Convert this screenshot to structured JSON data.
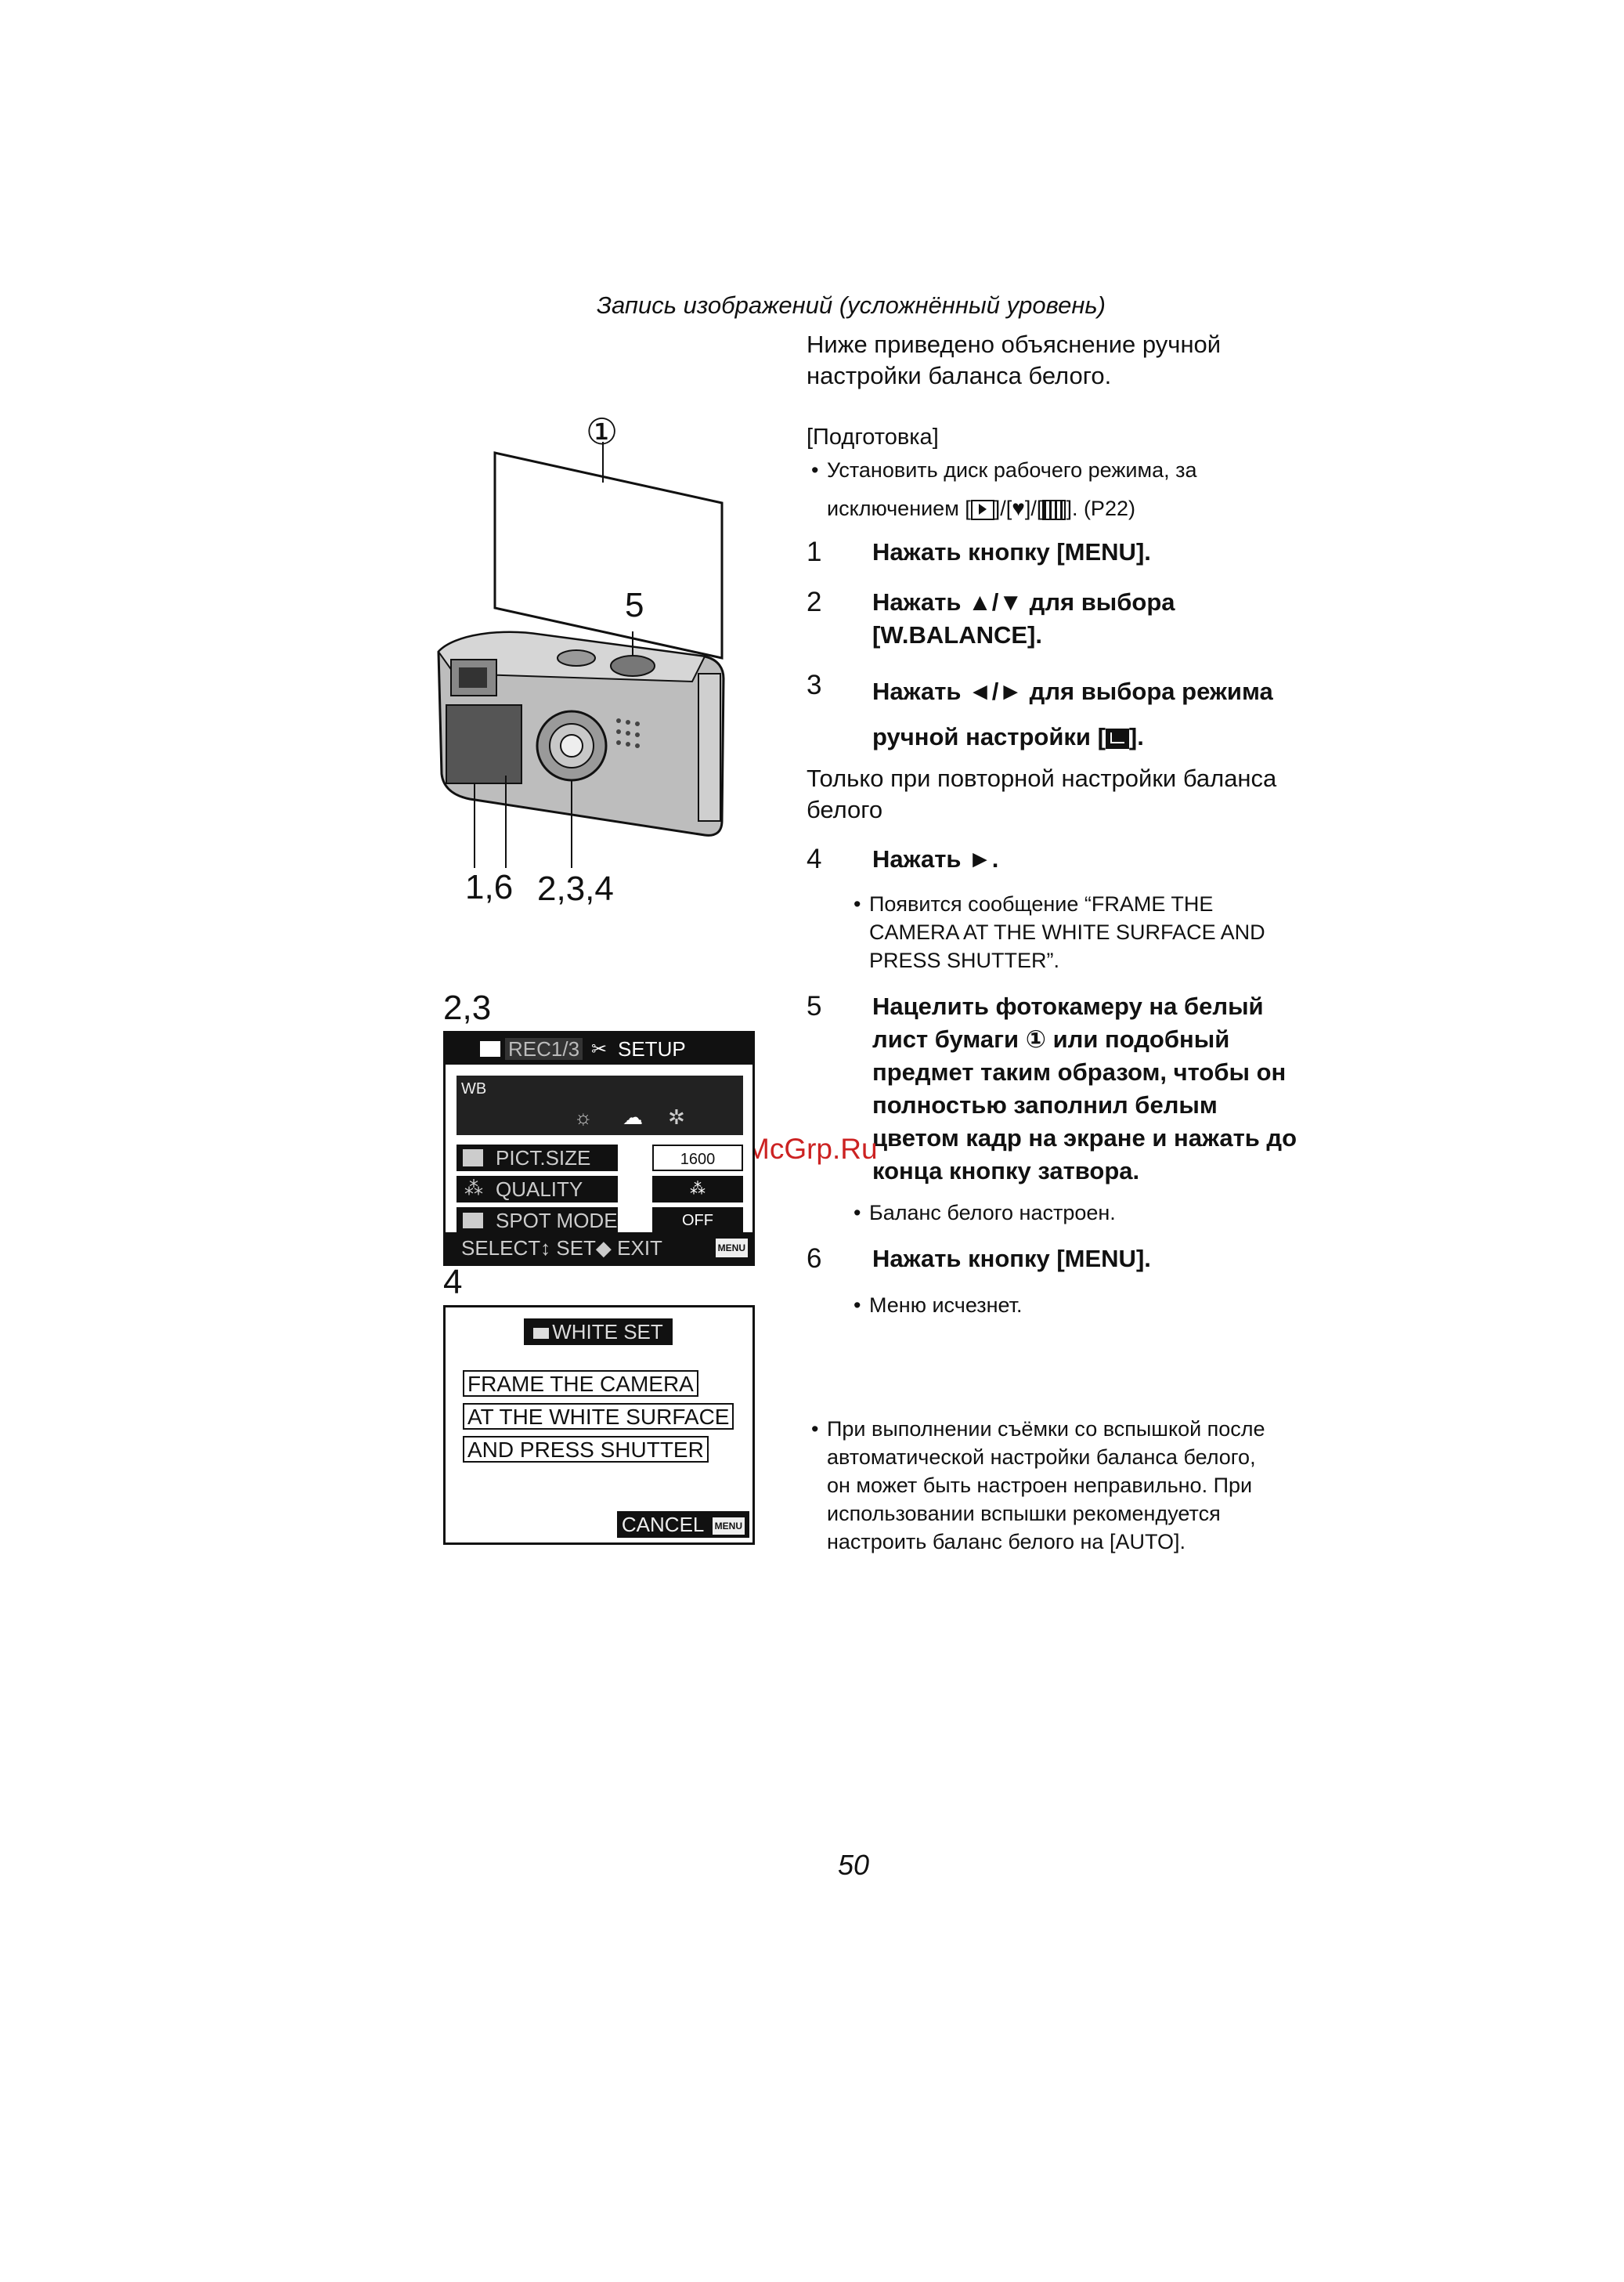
{
  "header": {
    "section_title": "Запись изображений (усложнённый уровень)"
  },
  "intro": {
    "line1": "Ниже приведено объяснение ручной",
    "line2": "настройки баланса белого."
  },
  "preparation": {
    "heading": "[Подготовка]",
    "bullet_line1": "Установить диск рабочего режима, за",
    "bullet_line2": "исключением [",
    "bullet_line2_end": "]. (P22)"
  },
  "steps": [
    {
      "num": "1",
      "text": "Нажать кнопку [MENU]."
    },
    {
      "num": "2",
      "line1": "Нажать ▲/▼ для выбора",
      "line2": "[W.BALANCE]."
    },
    {
      "num": "3",
      "line1": "Нажать ◄/► для выбора режима",
      "line2": "ручной настройки [",
      "line2_end": "]."
    },
    {
      "num": "4",
      "text": "Нажать ►."
    },
    {
      "num": "5",
      "line1": "Нацелить фотокамеру на белый",
      "line2": "лист бумаги ① или подобный",
      "line3": "предмет таким образом, чтобы он",
      "line4": "полностью заполнил белым",
      "line5": "цветом кадр на экране и нажать до",
      "line6": "конца кнопку затвора."
    },
    {
      "num": "6",
      "text": "Нажать кнопку [MENU]."
    }
  ],
  "repeat_note": {
    "line1": "Только при повторной настройки баланса",
    "line2": "белого"
  },
  "step4_bullet": {
    "line1": "Появится сообщение “FRAME THE",
    "line2": "CAMERA AT THE WHITE SURFACE AND",
    "line3": "PRESS SHUTTER”."
  },
  "step5_bullet": "Баланс белого настроен.",
  "step6_bullet": "Меню исчезнет.",
  "flash_note": {
    "line1": "При выполнении съёмки со вспышкой после",
    "line2": "автоматической настройки баланса белого,",
    "line3": "он может быть настроен неправильно. При",
    "line4": "использовании вспышки рекомендуется",
    "line5": "настроить баланс белого на [AUTO]."
  },
  "figure": {
    "callout_circle": "①",
    "callout_5": "5",
    "callout_16": "1,6",
    "callout_234": "2,3,4",
    "label_23": "2,3",
    "label_4": "4"
  },
  "lcd_menu": {
    "tab_rec": "REC1/3",
    "tab_setup": "SETUP",
    "wb_label": "WB",
    "rows": [
      {
        "label": "PICT.SIZE",
        "value": "1600"
      },
      {
        "label": "QUALITY",
        "value": ""
      },
      {
        "label": "SPOT MODE",
        "value": "OFF"
      }
    ],
    "bottom": "SELECT↕  SET◆  EXIT",
    "menu_icon": "MENU"
  },
  "lcd_white_set": {
    "title": "WHITE SET",
    "msg1": "FRAME THE CAMERA",
    "msg2": "AT THE WHITE SURFACE",
    "msg3": "AND PRESS SHUTTER",
    "cancel": "CANCEL",
    "menu_icon": "MENU"
  },
  "watermark": "McGrp.Ru",
  "page_number": "50"
}
